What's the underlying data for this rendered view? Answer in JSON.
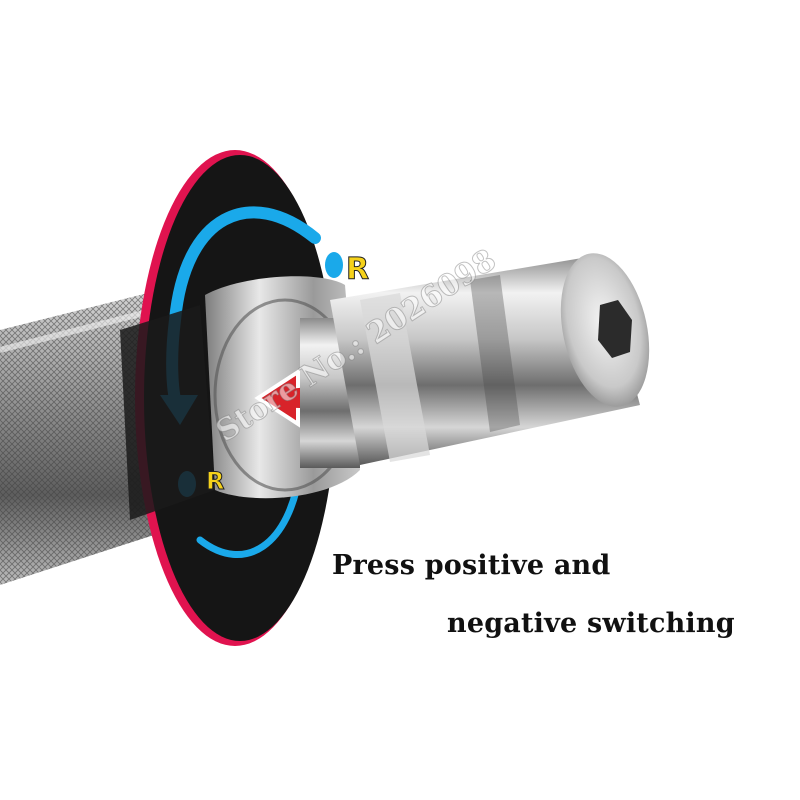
{
  "captions": {
    "line1": "Press positive and",
    "line2": "negative switching"
  },
  "markers": {
    "top_label": "R",
    "bottom_label": "R"
  },
  "watermark": "Store No.: 2026098",
  "colors": {
    "ring_red": "#e0134f",
    "ring_black": "#151515",
    "arrow_blue": "#1aa9ea",
    "label_yellow": "#f6d21a",
    "press_arrow_red": "#d8232a"
  },
  "icons": {
    "rotation_arrow": "curved-arrow-counterclockwise",
    "press_arrow": "arrow-left"
  }
}
